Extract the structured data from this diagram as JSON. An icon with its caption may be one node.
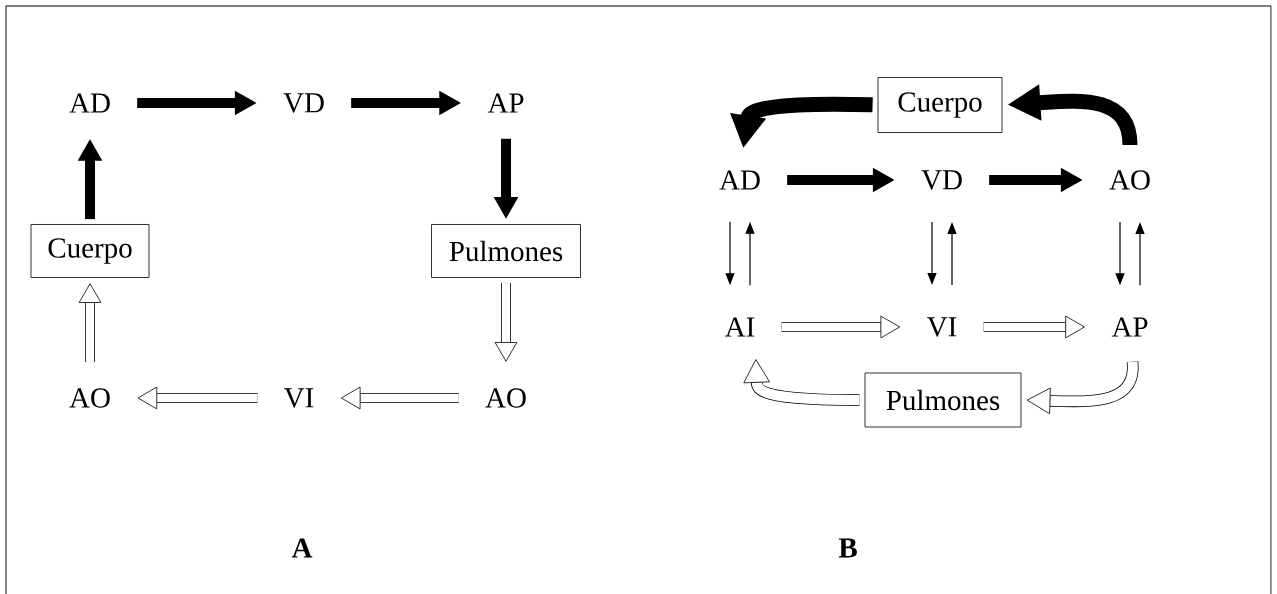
{
  "diagram": {
    "nodes": [
      {
        "text": [
          "AD"
        ]
      },
      {
        "text": [
          "VD"
        ]
      },
      {
        "text": [
          "AP"
        ]
      },
      {
        "text": [
          "Cuerpo"
        ]
      },
      {
        "text": [
          "Pulmones"
        ]
      },
      {
        "text": [
          "AO"
        ]
      },
      {
        "text": [
          "VI"
        ]
      },
      {
        "text": [
          "AO"
        ]
      },
      {
        "text": [
          "Cuerpo"
        ]
      },
      {
        "text": [
          "AD"
        ]
      },
      {
        "text": [
          "VD"
        ]
      },
      {
        "text": [
          "AO"
        ]
      },
      {
        "text": [
          "AI"
        ]
      },
      {
        "text": [
          "VI"
        ]
      },
      {
        "text": [
          "AP"
        ]
      },
      {
        "text": [
          "Pulmones"
        ]
      }
    ],
    "edges": [
      {
        "from": 0,
        "to": 1,
        "arrow": "to"
      },
      {
        "from": 1,
        "to": 2,
        "arrow": "to"
      },
      {
        "from": 2,
        "to": 4,
        "arrow": "to"
      },
      {
        "from": 4,
        "to": 7,
        "arrow": "to"
      },
      {
        "from": 7,
        "to": 6,
        "arrow": "to"
      },
      {
        "from": 6,
        "to": 5,
        "arrow": "to"
      },
      {
        "from": 5,
        "to": 3,
        "arrow": "to"
      },
      {
        "from": 3,
        "to": 0,
        "arrow": "to"
      },
      {
        "from": 8,
        "to": 9,
        "arrow": "to"
      },
      {
        "from": 9,
        "to": 10,
        "arrow": "to"
      },
      {
        "from": 10,
        "to": 11,
        "arrow": "to"
      },
      {
        "from": 11,
        "to": 8,
        "arrow": "to"
      },
      {
        "from": 9,
        "to": 12,
        "arrow": "to"
      },
      {
        "from": 12,
        "to": 9,
        "arrow": "to"
      },
      {
        "from": 10,
        "to": 13,
        "arrow": "to"
      },
      {
        "from": 13,
        "to": 10,
        "arrow": "to"
      },
      {
        "from": 11,
        "to": 14,
        "arrow": "to"
      },
      {
        "from": 14,
        "to": 11,
        "arrow": "to"
      },
      {
        "from": 12,
        "to": 13,
        "arrow": "to"
      },
      {
        "from": 13,
        "to": 14,
        "arrow": "to"
      },
      {
        "from": 14,
        "to": 15,
        "arrow": "to"
      },
      {
        "from": 15,
        "to": 12,
        "arrow": "to"
      }
    ],
    "labels": [
      "A",
      "B"
    ]
  }
}
